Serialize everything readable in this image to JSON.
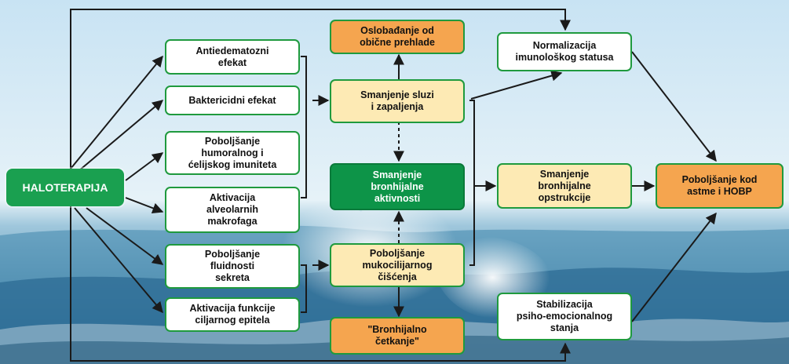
{
  "colors": {
    "green_border": "#1f9a3e",
    "green_fill": "#0d9448",
    "orange_fill": "#f5a54f",
    "cream_fill": "#fdeab4",
    "arrow": "#1a1a1a"
  },
  "nodes": {
    "haloterapija": "HALOTERAPIJA",
    "antiedematozni": "Antiedematozni\nefekat",
    "baktericidni": "Baktericidni efekat",
    "humoralni": "Poboljšanje\nhumoralnog i\nćelijskog imuniteta",
    "makrofagi": "Aktivacija\nalveolarnih\nmakrofaga",
    "fluidnost": "Poboljšanje\nfluidnosti\nsekreta",
    "ciljarni": "Aktivacija funkcije\nciljarnog epitela",
    "prehlada": "Oslobađanje od\nobične prehlade",
    "sluz": "Smanjenje sluzi\ni zapaljenja",
    "bronh_aktivnost": "Smanjenje\nbronhijalne\naktivnosti",
    "mukocilijarno": "Poboljšanje\nmukocilijarnog\nčišćenja",
    "cetkanje": "\"Bronhijalno\nčetkanje\"",
    "imunoloski": "Normalizacija\nimunološkog statusa",
    "opstrukcija": "Smanjenje\nbronhijalne\nopstrukcije",
    "psiho": "Stabilizacija\npsiho-emocionalnog\nstanja",
    "astma": "Poboljšanje kod\nastme i HOBP"
  }
}
